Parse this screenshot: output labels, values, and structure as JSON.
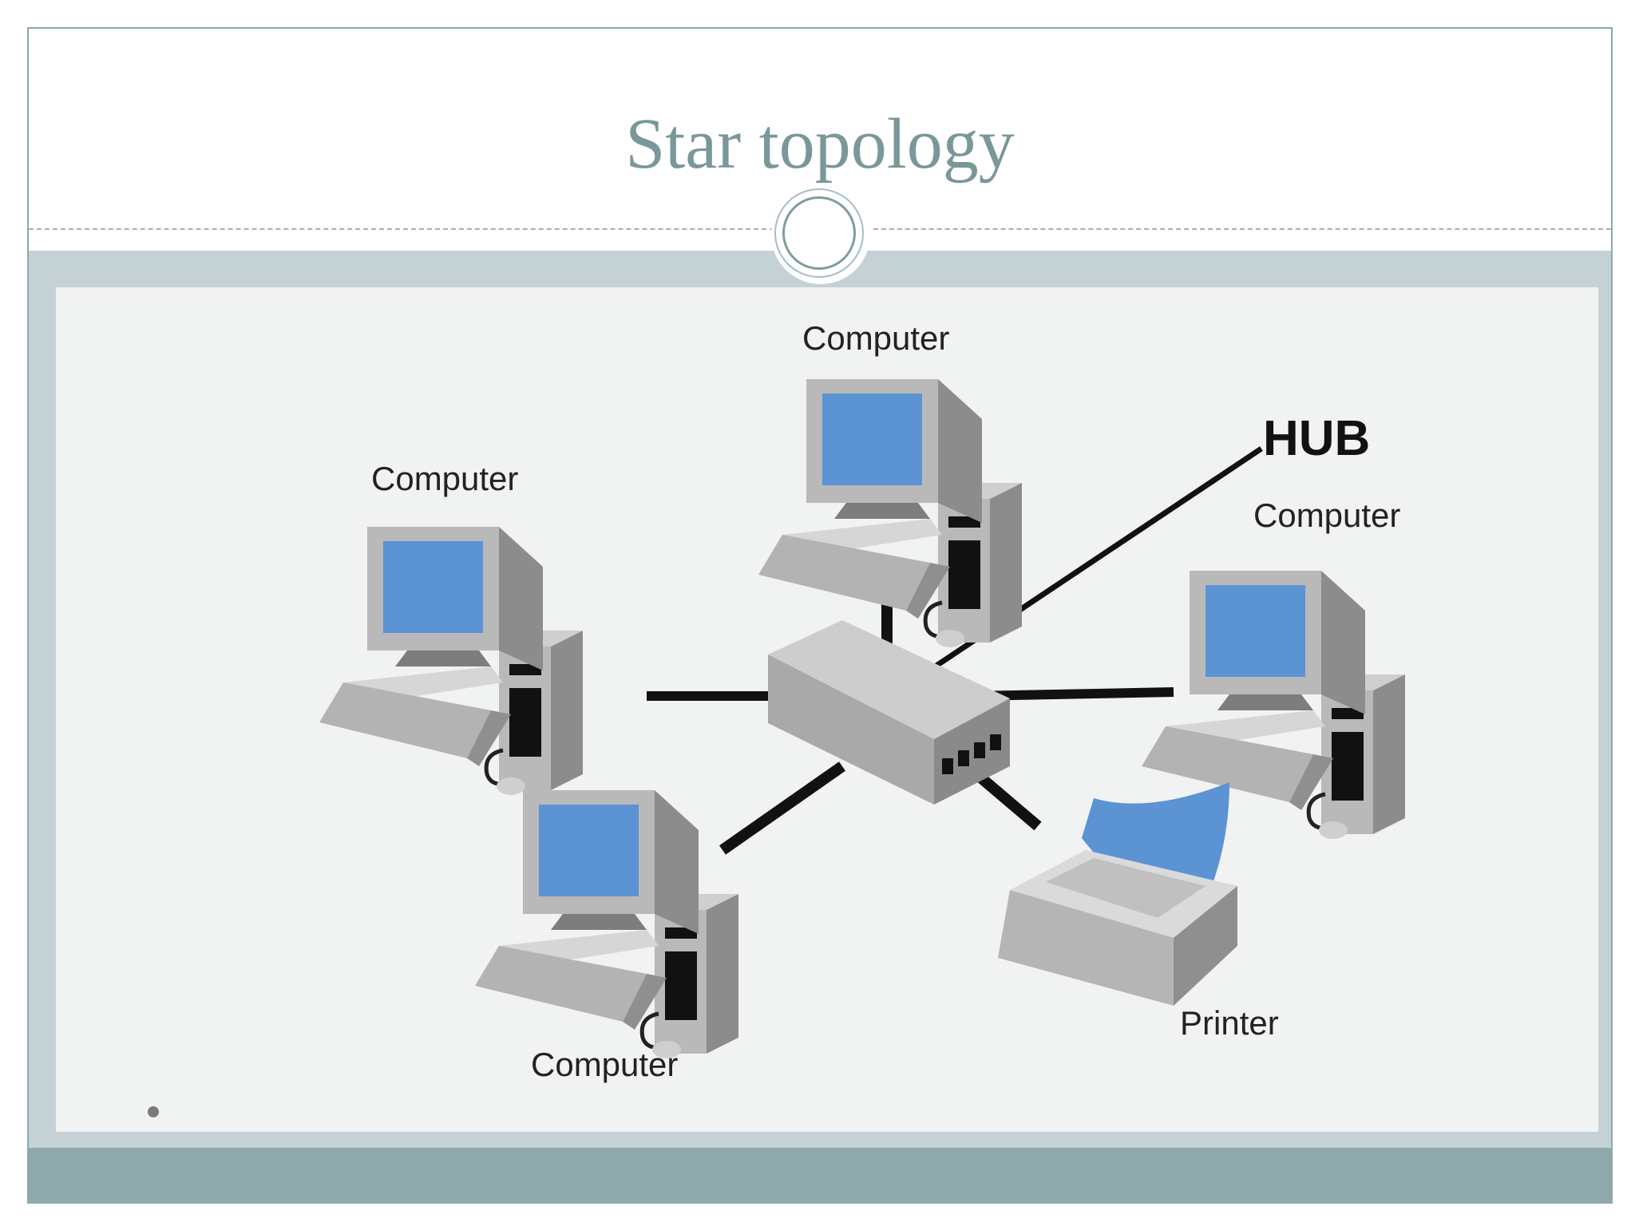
{
  "slide": {
    "title": "Star topology"
  },
  "diagram": {
    "hub_label": "HUB",
    "nodes": [
      {
        "id": "top",
        "label": "Computer",
        "kind": "computer"
      },
      {
        "id": "left",
        "label": "Computer",
        "kind": "computer"
      },
      {
        "id": "right",
        "label": "Computer",
        "kind": "computer"
      },
      {
        "id": "bottom",
        "label": "Computer",
        "kind": "computer"
      },
      {
        "id": "printer",
        "label": "Printer",
        "kind": "printer"
      }
    ]
  },
  "colors": {
    "title": "#7a9799",
    "band": "#c5d2d5",
    "footer": "#8fa9ab",
    "screen": "#5b93d3",
    "device_gray": "#a3a3a3"
  }
}
